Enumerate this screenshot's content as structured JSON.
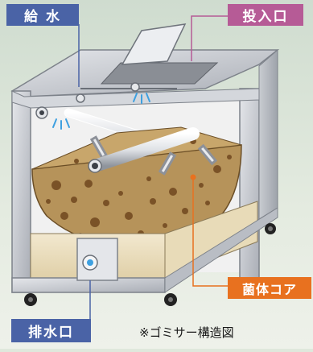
{
  "labels": {
    "water_supply": "給 水",
    "inlet": "投入口",
    "bacteria_core": "菌体コア",
    "drain": "排水口"
  },
  "caption": "※ゴミサー構造図",
  "colors": {
    "water_label": "#4a63a6",
    "inlet_label": "#b65b96",
    "core_label": "#e8711f",
    "bacteria_fill": "#b6935a",
    "bacteria_dots": "#7a5227",
    "cabinet_frame": "#b8bcc4",
    "water_drops": "#3ea0e0"
  }
}
